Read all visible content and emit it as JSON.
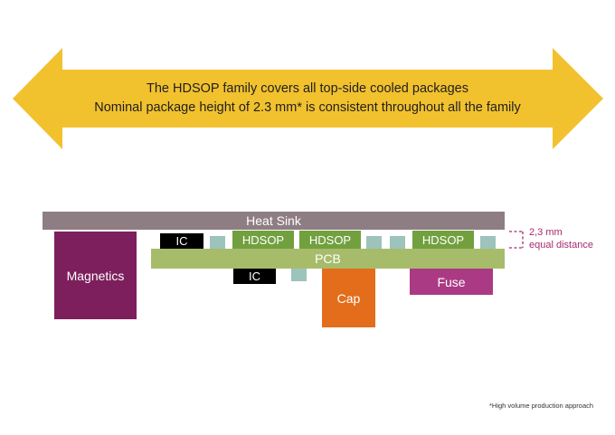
{
  "banner": {
    "line1": "The HDSOP family covers all top-side cooled packages",
    "line2": "Nominal package height of 2.3 mm* is consistent throughout all the family",
    "arrow_color": "#f2c12e"
  },
  "diagram": {
    "heat_sink": "Heat Sink",
    "pcb": "PCB",
    "magnetics": "Magnetics",
    "ic_top": "IC",
    "ic_bottom": "IC",
    "hdsop_1": "HDSOP",
    "hdsop_2": "HDSOP",
    "hdsop_3": "HDSOP",
    "cap": "Cap",
    "fuse": "Fuse",
    "dimension_line1": "2,3 mm",
    "dimension_line2": "equal distance"
  },
  "footnote": "*High volume production approach",
  "colors": {
    "heat_sink": "#8e7e83",
    "pcb": "#a7bc6a",
    "hdsop": "#72a03f",
    "magnetics": "#7d1f5c",
    "cap": "#e36d1b",
    "fuse": "#ab3a84",
    "pad": "#9cc3bc",
    "ic": "#000000",
    "dimension": "#a52a6e"
  }
}
